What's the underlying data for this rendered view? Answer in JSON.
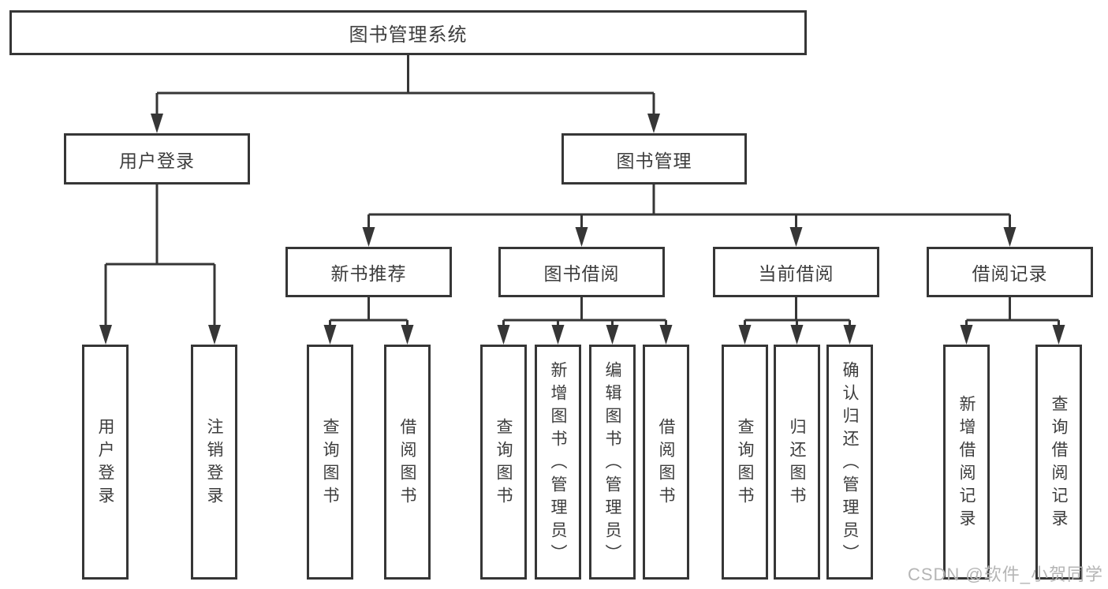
{
  "diagram": {
    "type": "hierarchy-tree",
    "tree": {
      "root": "图书管理系统",
      "branches": [
        {
          "label": "用户登录",
          "children": [
            "用户登录",
            "注销登录"
          ]
        },
        {
          "label": "图书管理",
          "sections": [
            {
              "label": "新书推荐",
              "children": [
                "查询图书",
                "借阅图书"
              ]
            },
            {
              "label": "图书借阅",
              "children": [
                "查询图书",
                "新增图书（管理员）",
                "编辑图书（管理员）",
                "借阅图书"
              ]
            },
            {
              "label": "当前借阅",
              "children": [
                "查询图书",
                "归还图书",
                "确认归还（管理员）"
              ]
            },
            {
              "label": "借阅记录",
              "children": [
                "新增借阅记录",
                "查询借阅记录"
              ]
            }
          ]
        }
      ]
    },
    "colors": {
      "line": "#363636",
      "text": "#3d3d3d",
      "background": "#ffffff",
      "watermark": "#b5b5b5"
    }
  },
  "watermark": "CSDN @软件_小贺同学"
}
